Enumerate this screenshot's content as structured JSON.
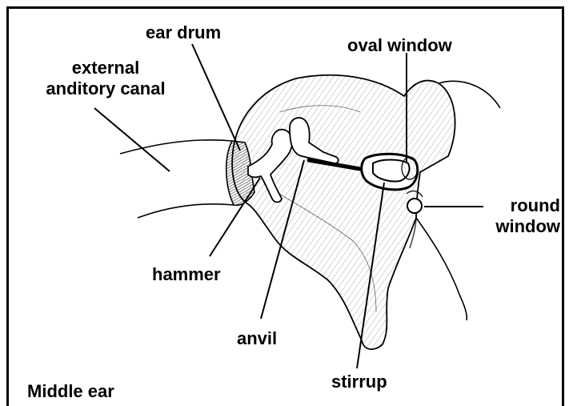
{
  "labels": {
    "ear_drum": "ear drum",
    "external_canal_line1": "external",
    "external_canal_line2": "anditory canal",
    "oval_window": "oval window",
    "round_window_line1": "round",
    "round_window_line2": "window",
    "hammer": "hammer",
    "anvil": "anvil",
    "stirrup": "stirrup",
    "caption": "Middle ear"
  },
  "colors": {
    "ink": "#000000",
    "paper": "#ffffff"
  }
}
